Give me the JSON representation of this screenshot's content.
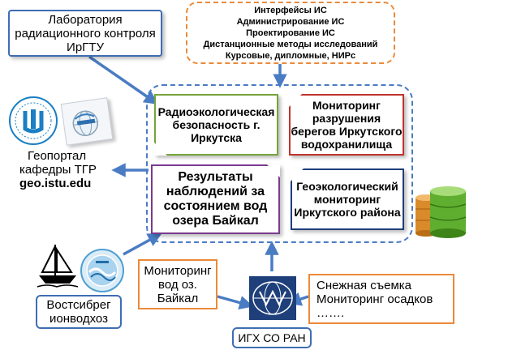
{
  "boxes": {
    "lab": [
      "Лаборатория",
      "радиационного контроля",
      "ИрГТУ"
    ],
    "interfaces": [
      "Интерфейсы ИС",
      "Администрирование ИС",
      "Проектирование ИС",
      "Дистанционные методы исследований",
      "Курсовые, дипломные, НИРс"
    ],
    "radio_ecology": [
      "Радиоэкологическая",
      "безопасность г.",
      "Иркутска"
    ],
    "monitoring_shores": [
      "Мониторинг",
      "разрушения",
      "берегов Иркутского",
      "водохранилища"
    ],
    "results": [
      "Результаты",
      "наблюдений за",
      "состоянием вод",
      "озера Байкал"
    ],
    "geoecology": [
      "Геоэкологический",
      "мониторинг",
      "Иркутского района"
    ],
    "monitoring_baikal": [
      "Мониторинг",
      "вод оз.",
      "Байкал"
    ],
    "snow": [
      "Снежная съемка",
      "Мониторинг осадков",
      "……."
    ],
    "vostsibreg": [
      "Востсибрег",
      "ионводхоз"
    ],
    "igh": "ИГХ СО РАН"
  },
  "geoportal": {
    "line1": "Геопортал",
    "line2": "кафедры ТГР",
    "url": "geo.istu.edu"
  },
  "colors": {
    "arrow": "#4a7cc4",
    "blue_border": "#3f6db4",
    "orange": "#ea8a3a",
    "purple": "#7a3b8f",
    "green": "#76a43b",
    "red": "#c0322d",
    "navy": "#1f3d7a"
  },
  "icons": [
    "istu-logo",
    "globe-logo",
    "sailboat-icon",
    "vostsibreg-logo",
    "igh-logo",
    "database-stack-icon"
  ]
}
